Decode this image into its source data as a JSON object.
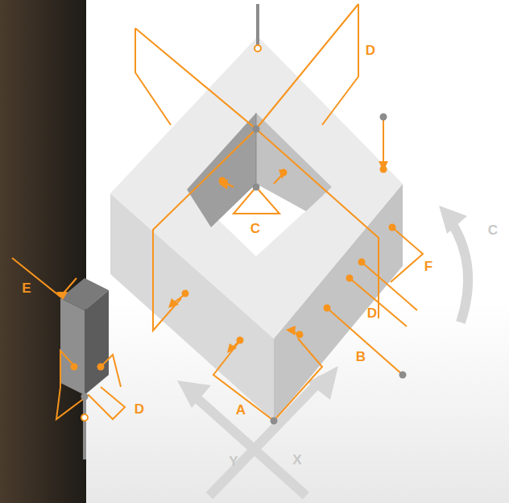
{
  "diagram": {
    "labels": [
      "D",
      "C",
      "C",
      "E",
      "F",
      "D",
      "B",
      "D",
      "A",
      "Y",
      "X"
    ]
  }
}
